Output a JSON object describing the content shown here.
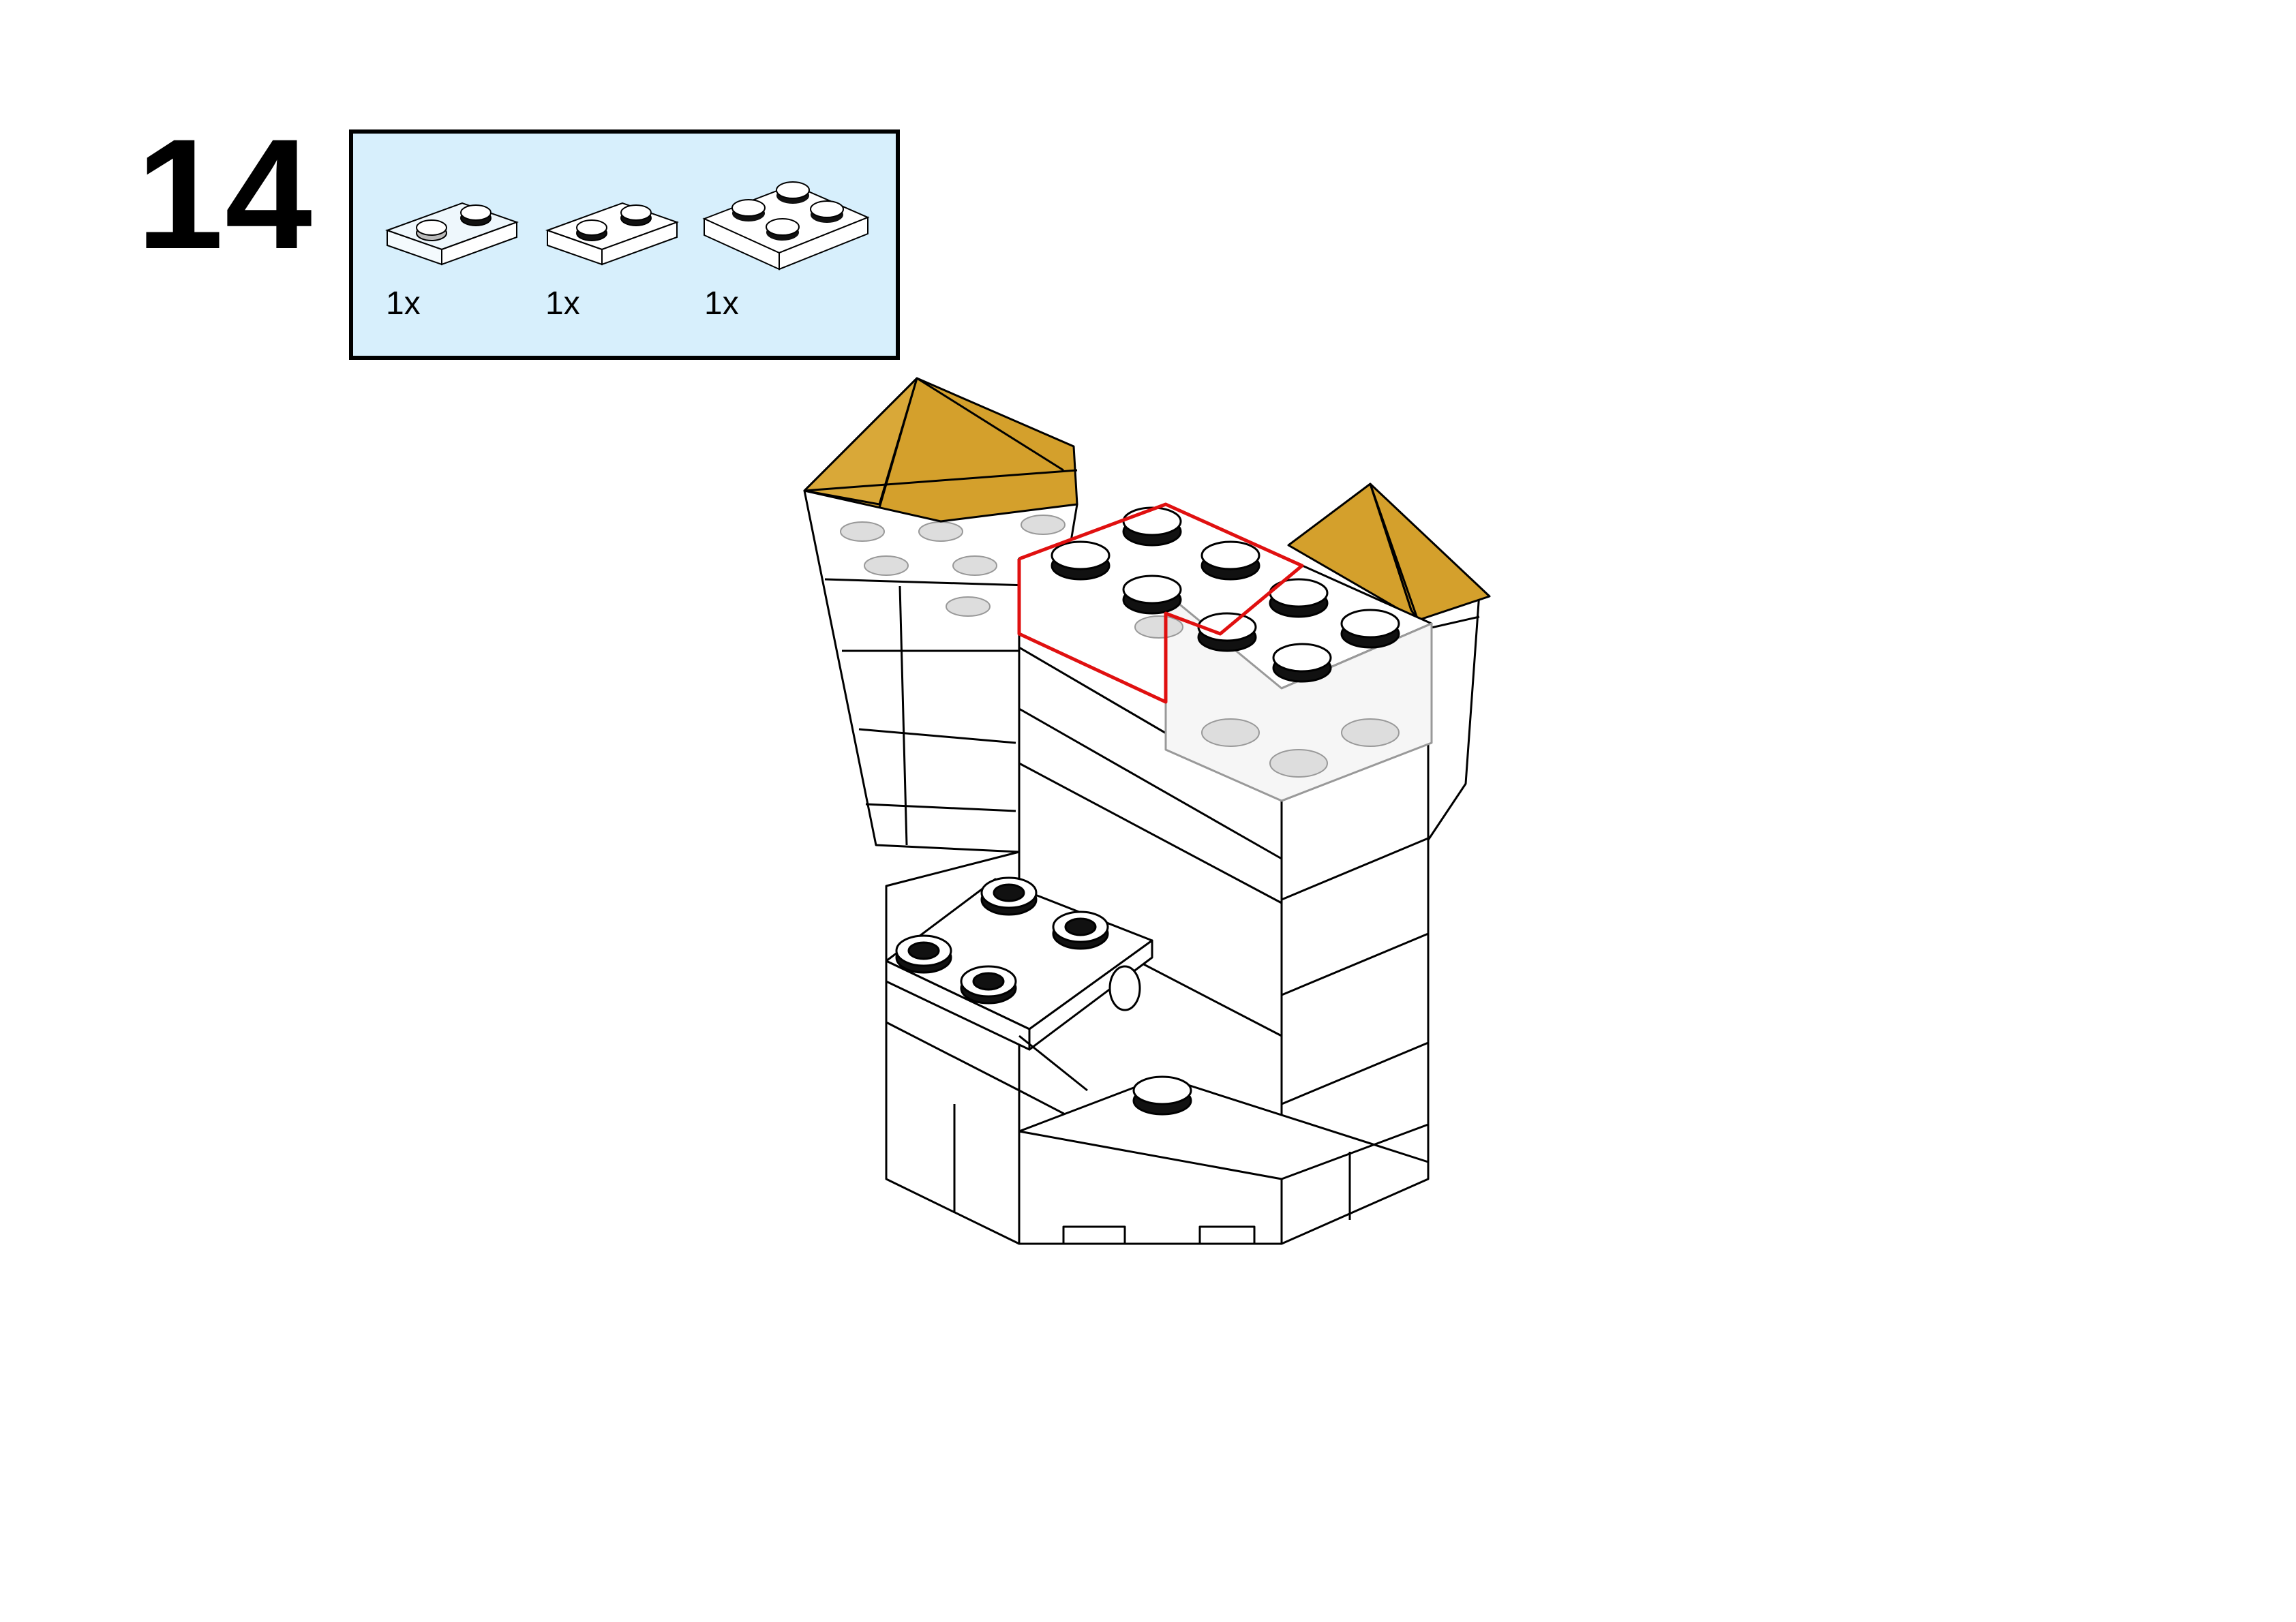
{
  "step": {
    "number": "14"
  },
  "parts_list": {
    "items": [
      {
        "piece": "plate-1x2-transparent",
        "quantity": "1x"
      },
      {
        "piece": "plate-1x2-white",
        "quantity": "1x"
      },
      {
        "piece": "plate-2x2-white",
        "quantity": "1x"
      }
    ]
  },
  "colors": {
    "parts_background": "#d7effc",
    "roof_gold": "#d4a02c",
    "highlight_red": "#e01010",
    "outline": "#000000"
  }
}
